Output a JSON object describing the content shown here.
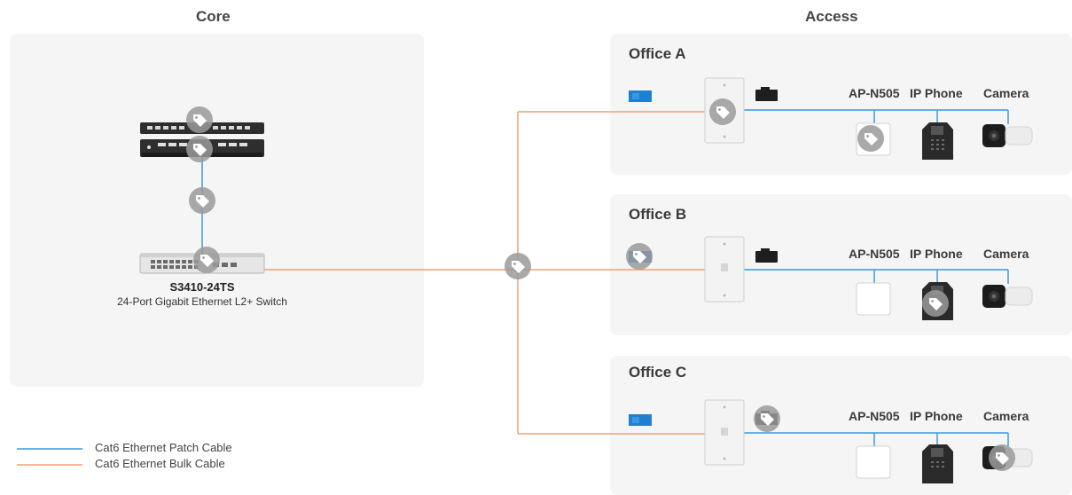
{
  "zones": {
    "core": "Core",
    "access": "Access"
  },
  "switch": {
    "name": "S3410-24TS",
    "description": "24-Port Gigabit Ethernet L2+ Switch"
  },
  "offices": [
    {
      "title": "Office A",
      "devices": [
        "AP-N505",
        "IP Phone",
        "Camera"
      ]
    },
    {
      "title": "Office B",
      "devices": [
        "AP-N505",
        "IP Phone",
        "Camera"
      ]
    },
    {
      "title": "Office C",
      "devices": [
        "AP-N505",
        "IP Phone",
        "Camera"
      ]
    }
  ],
  "legend": {
    "patch": {
      "label": "Cat6 Ethernet Patch Cable",
      "color": "#3a9ad9"
    },
    "bulk": {
      "label": "Cat6 Ethernet Bulk Cable",
      "color": "#f0a070"
    }
  },
  "icons": {
    "tag": "tag-icon",
    "patch_panel": "patch-panel-icon",
    "switch": "switch-icon",
    "wall_plate": "wall-plate-icon",
    "keystone_blue": "keystone-jack-icon",
    "keystone_black": "keystone-jack-icon",
    "access_point": "access-point-icon",
    "ip_phone": "ip-phone-icon",
    "camera": "camera-icon"
  }
}
